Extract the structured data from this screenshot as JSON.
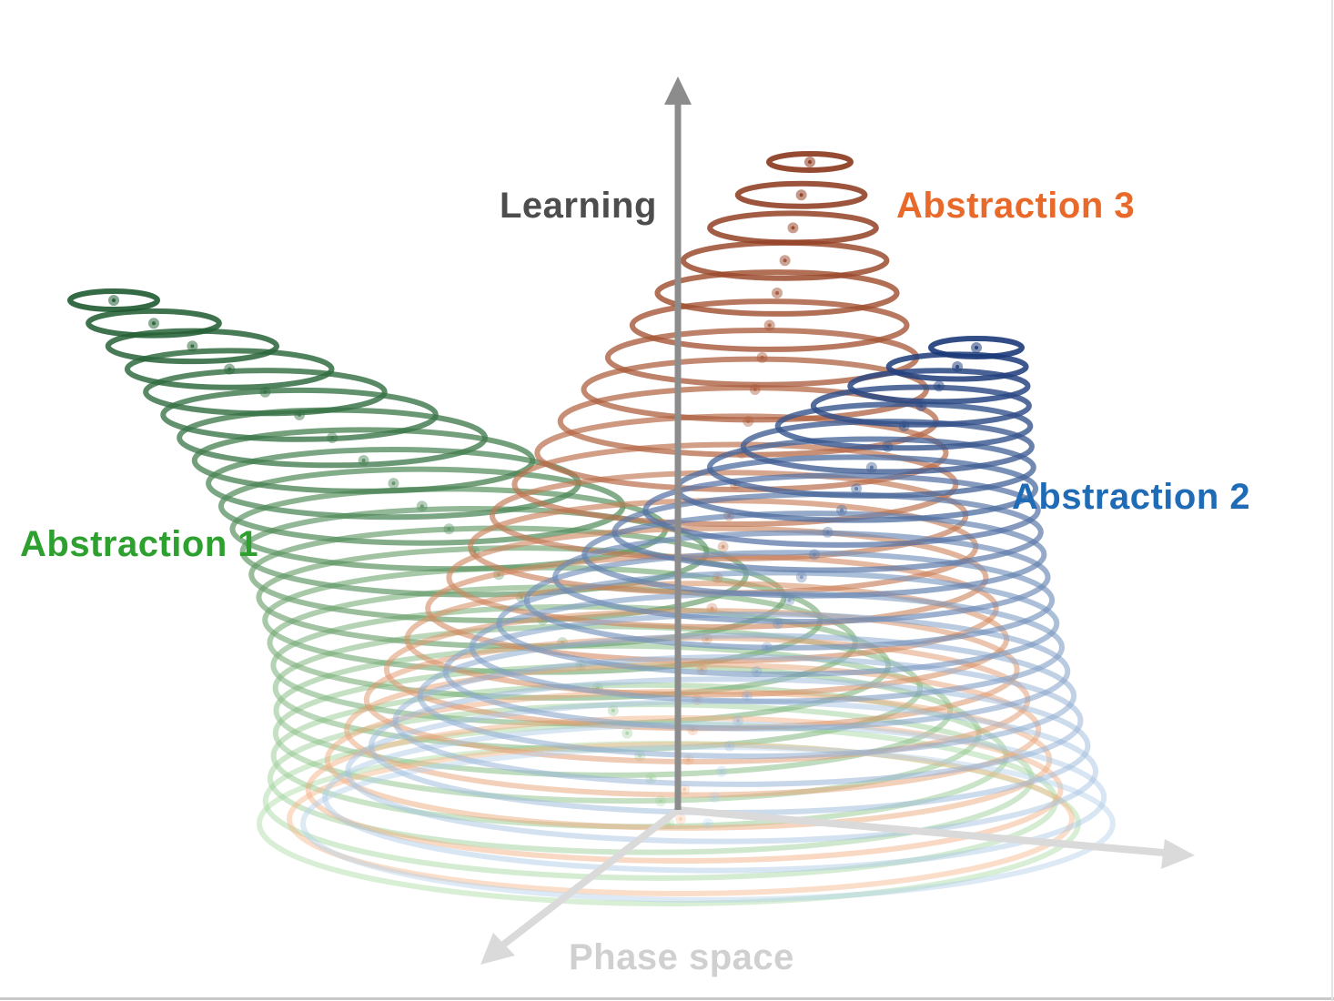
{
  "labels": {
    "learning": "Learning",
    "abstraction_1": "Abstraction 1",
    "abstraction_2": "Abstraction 2",
    "abstraction_3": "Abstraction 3",
    "phase_space": "Phase space"
  },
  "colors": {
    "learning": "#4d4d4d",
    "abstraction_1": "#2ea02f",
    "abstraction_2": "#1f6bb5",
    "abstraction_3": "#e8692a",
    "phase_space": "#d0d0d0",
    "learning_axis": "#8c8c8c",
    "phase_axes": "#dadada"
  },
  "stacks": [
    {
      "name": "abstraction-1",
      "rings": 24,
      "dark": "#1e5a30",
      "light": "#a9dca2"
    },
    {
      "name": "abstraction-3",
      "rings": 22,
      "dark": "#8a361c",
      "light": "#f7b587"
    },
    {
      "name": "abstraction-2",
      "rings": 22,
      "dark": "#1c3a78",
      "light": "#b3d0ec"
    }
  ]
}
